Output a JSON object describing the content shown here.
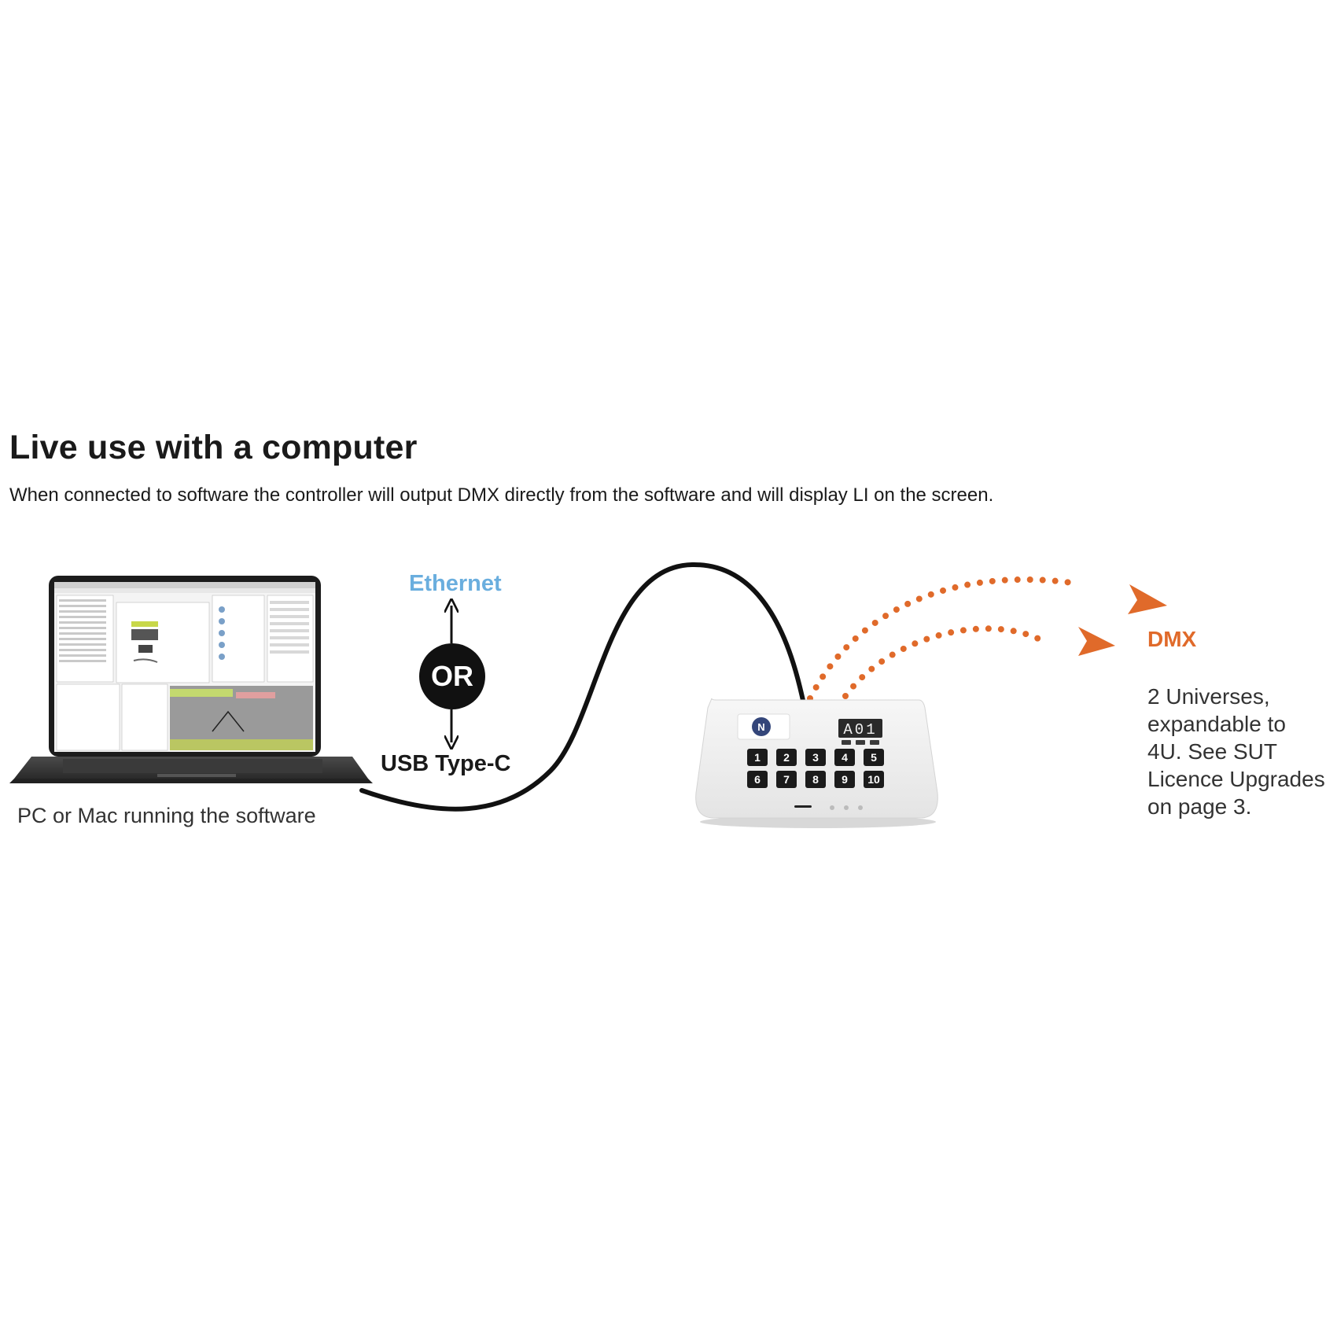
{
  "heading": "Live use with a computer",
  "subheading": "When connected to software the controller will output DMX directly from the software and will display LI on the screen.",
  "labels": {
    "ethernet": "Ethernet",
    "or": "OR",
    "usb": "USB Type-C",
    "computer": "PC or Mac running the software",
    "dmx": "DMX",
    "universes_lines": [
      "2 Universes,",
      "expandable to",
      "4U. See SUT",
      "Licence Upgrades",
      "on page 3."
    ]
  },
  "controller": {
    "display": "A01",
    "logo": "N",
    "keys": [
      "1",
      "2",
      "3",
      "4",
      "5",
      "6",
      "7",
      "8",
      "9",
      "10"
    ]
  },
  "colors": {
    "ethernet": "#6aaede",
    "dmx": "#e06a2a",
    "cable": "#111111"
  },
  "icons": [
    "laptop-icon",
    "controller-icon",
    "arrow-up-icon",
    "arrow-down-icon",
    "dmx-arrow-icon"
  ]
}
